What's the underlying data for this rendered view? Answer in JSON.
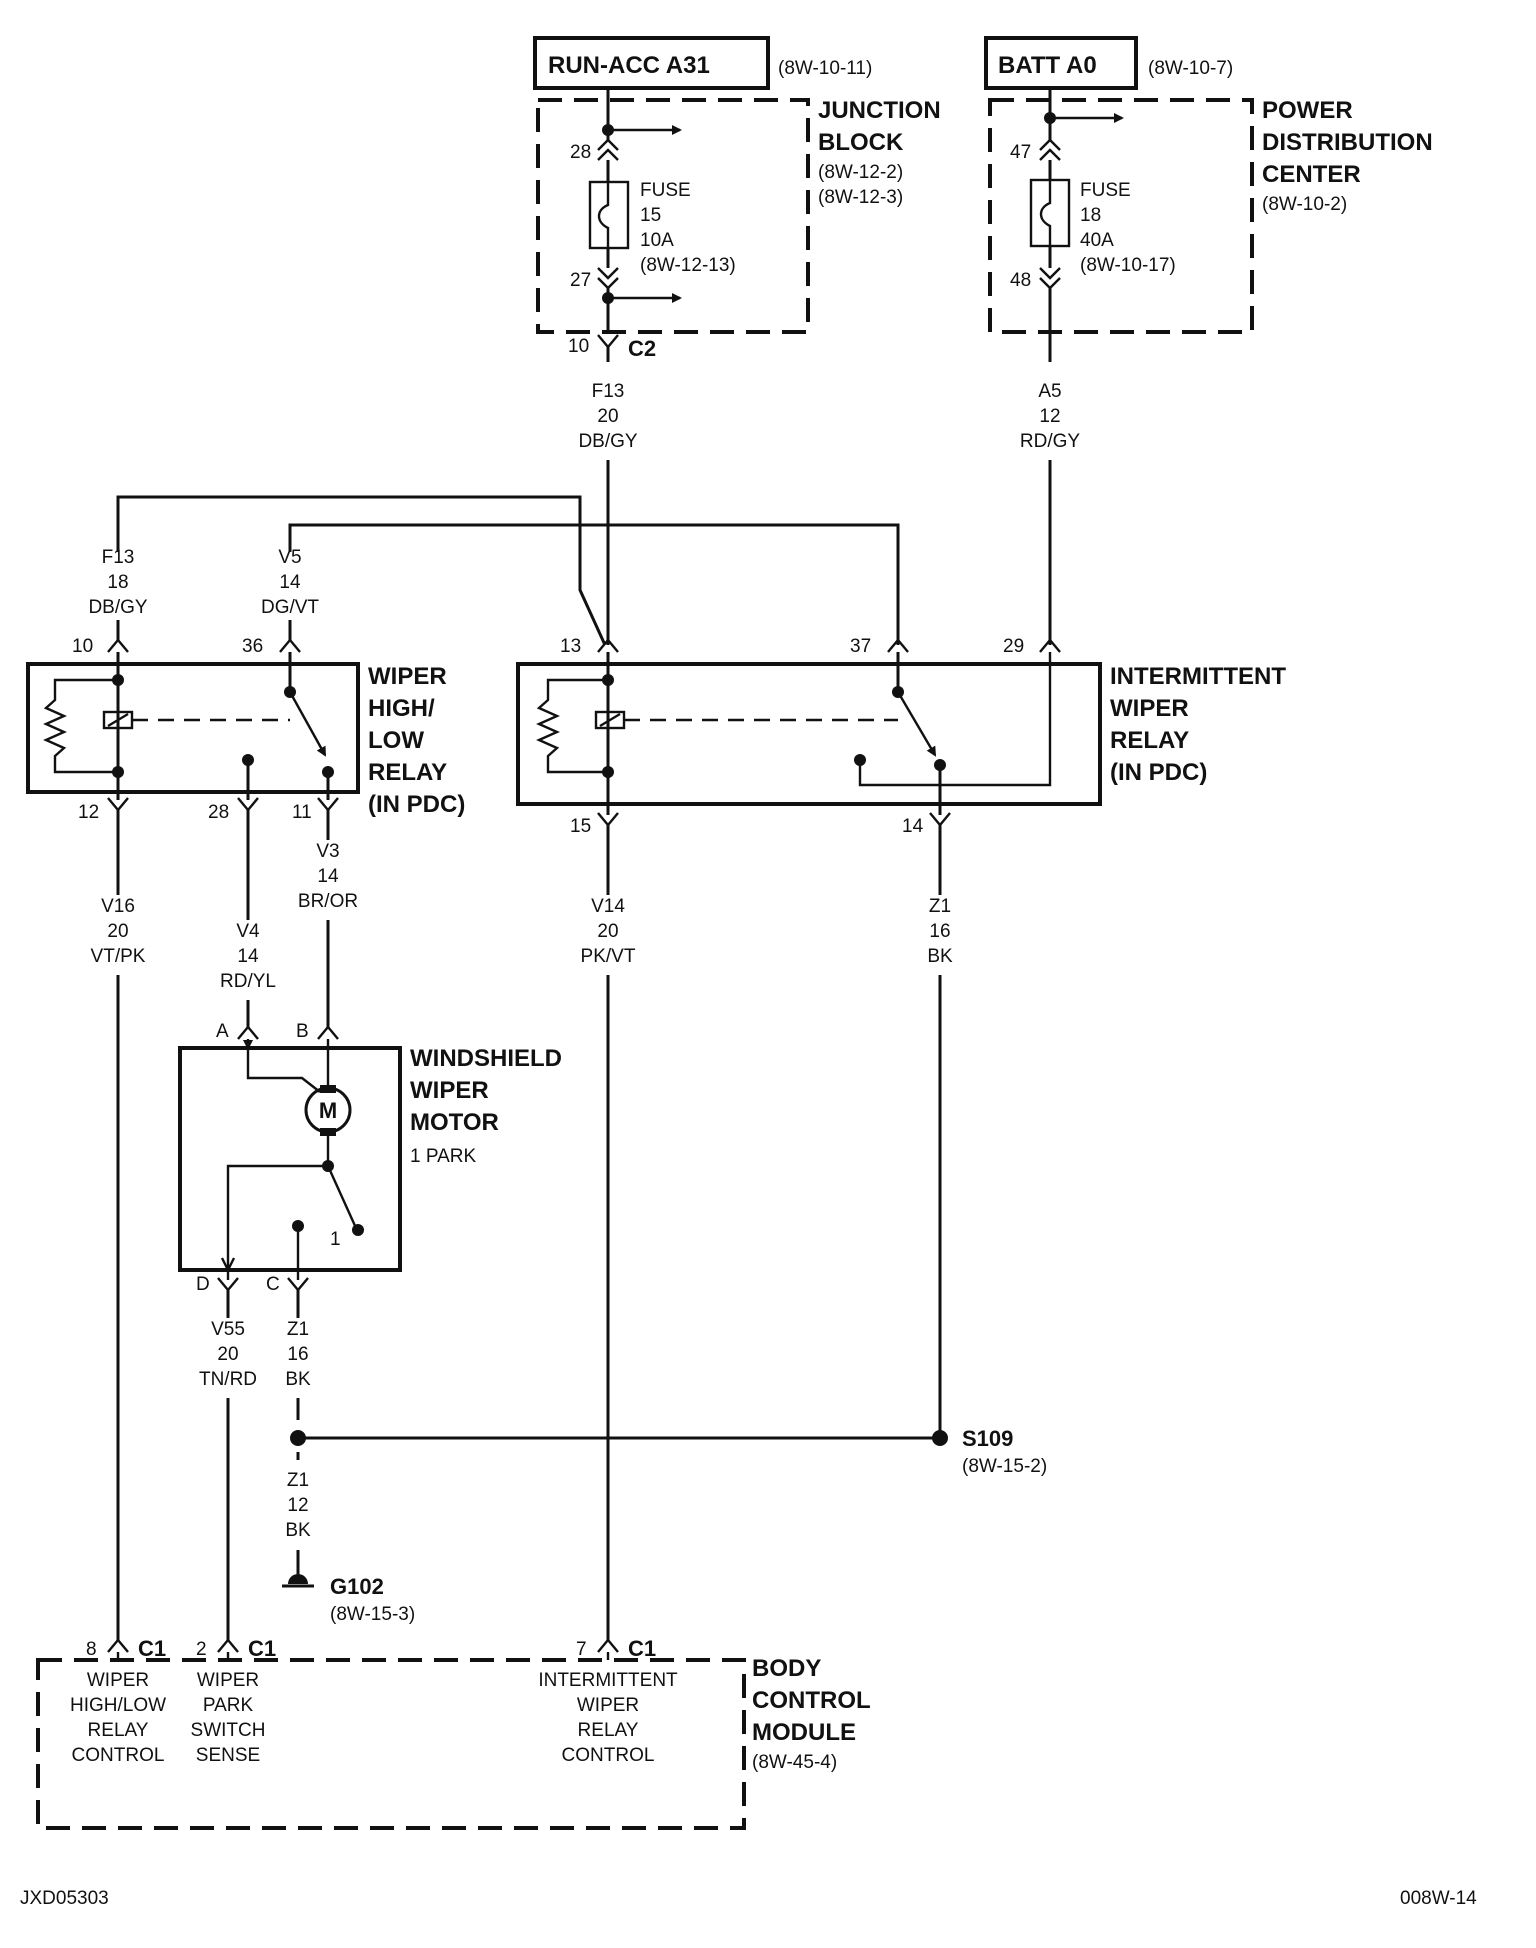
{
  "header_boxes": {
    "run_acc": {
      "label": "RUN-ACC A31",
      "ref": "(8W-10-11)"
    },
    "batt": {
      "label": "BATT A0",
      "ref": "(8W-10-7)"
    }
  },
  "junction_block": {
    "title1": "JUNCTION",
    "title2": "BLOCK",
    "ref1": "(8W-12-2)",
    "ref2": "(8W-12-3)",
    "pin_in": "28",
    "pin_out": "27",
    "fuse": [
      "FUSE",
      "15",
      "10A",
      "(8W-12-13)"
    ],
    "connector_pin": "10",
    "connector": "C2",
    "wire": [
      "F13",
      "20",
      "DB/GY"
    ]
  },
  "pdc": {
    "title1": "POWER",
    "title2": "DISTRIBUTION",
    "title3": "CENTER",
    "ref": "(8W-10-2)",
    "pin_in": "47",
    "pin_out": "48",
    "fuse": [
      "FUSE",
      "18",
      "40A",
      "(8W-10-17)"
    ],
    "wire": [
      "A5",
      "12",
      "RD/GY"
    ]
  },
  "wiper_hl_relay": {
    "title": [
      "WIPER",
      "HIGH/",
      "LOW",
      "RELAY",
      "(IN PDC)"
    ],
    "pins_top": [
      "10",
      "36"
    ],
    "pins_bottom": [
      "12",
      "28",
      "11"
    ],
    "wire_in1": [
      "F13",
      "18",
      "DB/GY"
    ],
    "wire_in2": [
      "V5",
      "14",
      "DG/VT"
    ],
    "wire_v16": [
      "V16",
      "20",
      "VT/PK"
    ],
    "wire_v4": [
      "V4",
      "14",
      "RD/YL"
    ],
    "wire_v3": [
      "V3",
      "14",
      "BR/OR"
    ]
  },
  "int_relay": {
    "title": [
      "INTERMITTENT",
      "WIPER",
      "RELAY",
      "(IN PDC)"
    ],
    "pins_top": [
      "13",
      "37",
      "29"
    ],
    "pins_bottom": [
      "15",
      "14"
    ],
    "wire_v14": [
      "V14",
      "20",
      "PK/VT"
    ],
    "wire_z1": [
      "Z1",
      "16",
      "BK"
    ]
  },
  "motor": {
    "title": [
      "WINDSHIELD",
      "WIPER",
      "MOTOR"
    ],
    "park": "1 PARK",
    "symbol": "M",
    "pin_a": "A",
    "pin_b": "B",
    "pin_d": "D",
    "pin_c": "C",
    "switch_pin": "1",
    "wire_v55": [
      "V55",
      "20",
      "TN/RD"
    ],
    "wire_z1a": [
      "Z1",
      "16",
      "BK"
    ],
    "wire_z1b": [
      "Z1",
      "12",
      "BK"
    ]
  },
  "splice": {
    "name": "S109",
    "ref": "(8W-15-2)"
  },
  "ground": {
    "name": "G102",
    "ref": "(8W-15-3)"
  },
  "bcm": {
    "title": [
      "BODY",
      "CONTROL",
      "MODULE"
    ],
    "ref": "(8W-45-4)",
    "pins": [
      {
        "num": "8",
        "conn": "C1",
        "label": [
          "WIPER",
          "HIGH/LOW",
          "RELAY",
          "CONTROL"
        ]
      },
      {
        "num": "2",
        "conn": "C1",
        "label": [
          "WIPER",
          "PARK",
          "SWITCH",
          "SENSE"
        ]
      },
      {
        "num": "7",
        "conn": "C1",
        "label": [
          "INTERMITTENT",
          "WIPER",
          "RELAY",
          "CONTROL"
        ]
      }
    ]
  },
  "footer": {
    "left": "JXD05303",
    "right": "008W-14"
  }
}
